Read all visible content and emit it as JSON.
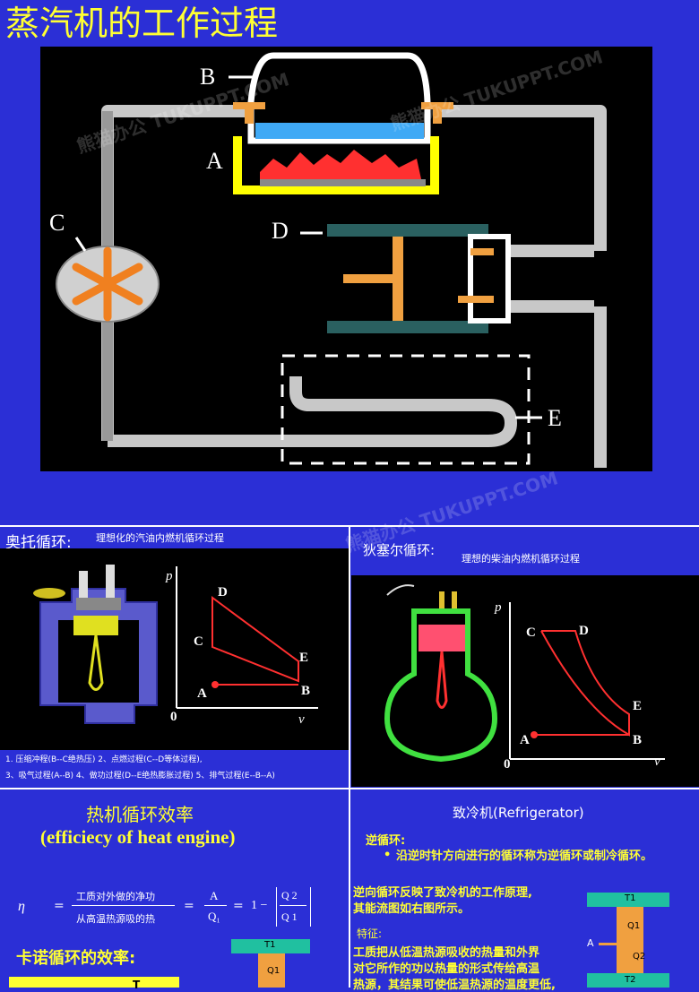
{
  "title": "蒸汽机的工作过程",
  "top_labels": {
    "a": "A",
    "b": "B",
    "c": "C",
    "d": "D",
    "e": "E"
  },
  "otto": {
    "heading": "奥托循环:",
    "sub": "理想化的汽油内燃机循环过程",
    "axis_p": "p",
    "axis_v": "v",
    "origin": "0",
    "points": {
      "a": "A",
      "b": "B",
      "c": "C",
      "d": "D",
      "e": "E"
    },
    "note1": "1.    压缩冲程(B--C绝热压) 2、点燃过程(C--D等体过程),",
    "note2": "3、吸气过程(A--B) 4、做功过程(D--E绝热膨胀过程) 5、排气过程(E--B--A)"
  },
  "diesel": {
    "heading": "狄塞尔循环:",
    "sub": "理想的柴油内燃机循环过程",
    "axis_p": "p",
    "axis_v": "v",
    "origin": "0",
    "points": {
      "a": "A",
      "b": "B",
      "c": "C",
      "d": "D",
      "e": "E"
    }
  },
  "efficiency": {
    "heading_cn": "热机循环效率",
    "heading_en": "(efficiecy of heat engine)",
    "eta": "η",
    "eq": "=",
    "num": "工质对外做的净功",
    "den": "从高温热源吸的热",
    "num2": "A",
    "den2": "Q₁",
    "one_minus": "1 −",
    "q2": "Q 2",
    "q1": "Q 1",
    "carnot": "卡诺循环的效率:",
    "t1": "T1",
    "q1_label": "Q1",
    "t_cut": "T"
  },
  "refrigerator": {
    "heading": "致冷机(Refrigerator)",
    "reverse": "逆循环:",
    "bullet": "沿逆时针方向进行的循环称为逆循环或制冷循环。",
    "line1": "逆向循环反映了致冷机的工作原理,",
    "line2": "其能流图如右图所示。",
    "feature": "特征:",
    "line3": "工质把从低温热源吸收的热量和外界",
    "line4": "对它所作的功以热量的形式传给高温",
    "line5": "热源，其结果可使低温热源的温度更低,",
    "t1": "T1",
    "q1": "Q1",
    "q2": "Q2",
    "a": "A",
    "t2": "T2"
  },
  "watermark": "熊猫办公 TUKUPPT.COM"
}
